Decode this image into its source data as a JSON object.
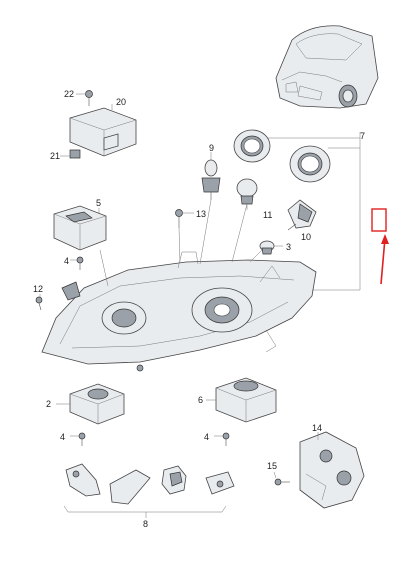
{
  "callouts": {
    "c22": "22",
    "c20": "20",
    "c21": "21",
    "c9": "9",
    "c7": "7",
    "c5": "5",
    "c13": "13",
    "c11": "11",
    "c10": "10",
    "c3": "3",
    "c4a": "4",
    "c12": "12",
    "c2": "2",
    "c6": "6",
    "c4b": "4",
    "c4c": "4",
    "c14": "14",
    "c15": "15",
    "c8": "8"
  },
  "annotation": {
    "color": "#e02020"
  }
}
